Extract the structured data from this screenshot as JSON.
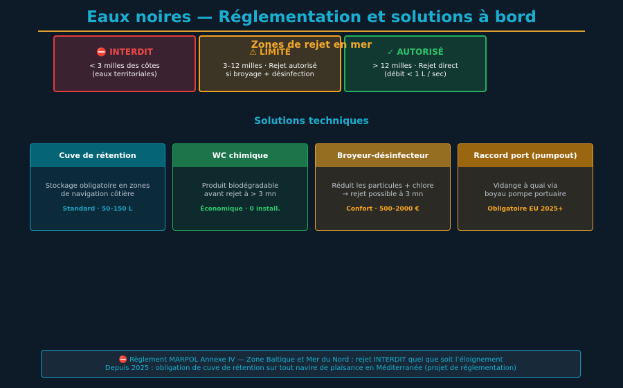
{
  "title": "Eaux noires — Réglementation et solutions à bord",
  "zones": {
    "heading": "Zones de rejet en mer",
    "items": [
      {
        "icon": "⛔",
        "label": "INTERDIT",
        "line1": "< 3 milles des côtes",
        "line2": "(eaux territoriales)",
        "color": "#e23c3c"
      },
      {
        "icon": "⚠",
        "label": "LIMITÉ",
        "line1": "3–12 milles · Rejet autorisé",
        "line2": "si broyage + désinfection",
        "color": "#f0a020"
      },
      {
        "icon": "✓",
        "label": "AUTORISÉ",
        "line1": "> 12 milles · Rejet direct",
        "line2": "(débit < 1 L / sec)",
        "color": "#22b05c"
      }
    ]
  },
  "solutions": {
    "heading": "Solutions techniques",
    "cards": [
      {
        "title": "Cuve de rétention",
        "desc1": "Stockage obligatoire en zones",
        "desc2": "de navigation côtière",
        "tag": "Standard · 50–150 L"
      },
      {
        "title": "WC chimique",
        "desc1": "Produit biodégradable",
        "desc2": "avant rejet à > 3 mn",
        "tag": "Économique · 0 install."
      },
      {
        "title": "Broyeur-désinfecteur",
        "desc1": "Réduit les particules + chlore",
        "desc2": "→ rejet possible à 3 mn",
        "tag": "Confort · 500–2000 €"
      },
      {
        "title": "Raccord port (pumpout)",
        "desc1": "Vidange à quai via",
        "desc2": "boyau pompe portuaire",
        "tag": "Obligatoire EU 2025+"
      }
    ]
  },
  "footer": {
    "icon": "⛔",
    "line1": "Règlement MARPOL Annexe IV — Zone Baltique et Mer du Nord : rejet INTERDIT quel que soit l’éloignement",
    "line2": "Depuis 2025 : obligation de cuve de rétention sur tout navire de plaisance en Méditerranée (projet de réglementation)"
  }
}
